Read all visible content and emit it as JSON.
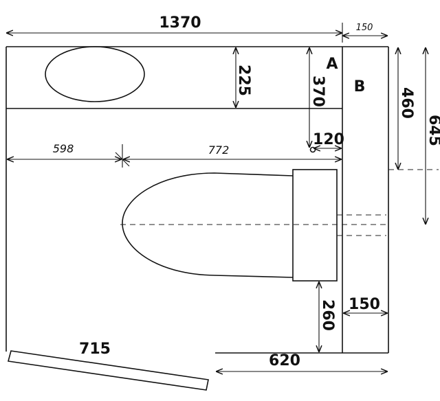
{
  "dimensions": {
    "overall_width": "1370",
    "b_width_top": "150",
    "sink_depth": "225",
    "a_depth": "370",
    "a_offset": "120",
    "b_height": "460",
    "overall_right": "645",
    "left_to_axis": "598",
    "axis_to_wall": "772",
    "toilet_clearance": "260",
    "b_width_bottom": "150",
    "door_width": "715",
    "bottom_opening": "620"
  },
  "labels": {
    "a": "A",
    "b": "B"
  }
}
